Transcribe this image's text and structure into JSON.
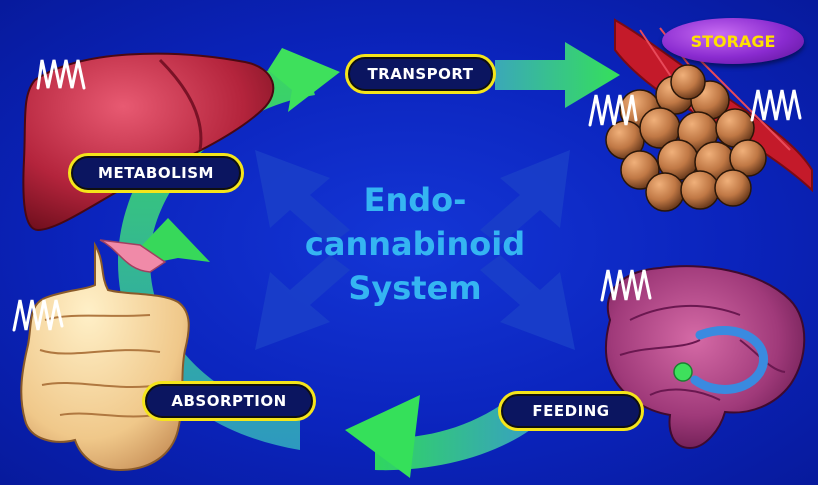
{
  "center_title": {
    "line1": "Endo-",
    "line2": "cannabinoid",
    "line3": "System"
  },
  "labels": {
    "transport": "TRANSPORT",
    "storage": "STORAGE",
    "metabolism": "METABOLISM",
    "absorption": "ABSORPTION",
    "feeding": "FEEDING"
  },
  "colors": {
    "background": "#0b24bd",
    "label_border": "#f5e51a",
    "label_fill": "#0b1560",
    "center_text": "#35b5f2",
    "arrow_green": "#2fd45a",
    "arrow_teal": "#3bb7b0",
    "storage_oval": "#8a2bd0",
    "storage_text": "#ffe000"
  },
  "icons": [
    "liver-icon",
    "fat-cells-icon",
    "intestine-icon",
    "brain-icon",
    "receptor-icon",
    "cycle-arrow-icon"
  ]
}
